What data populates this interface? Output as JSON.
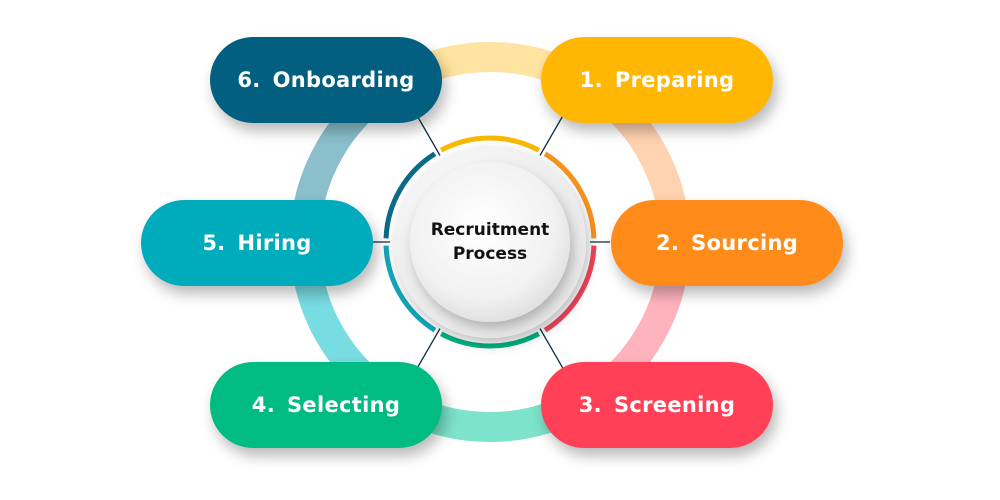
{
  "title": "Recruitment Process",
  "center": {
    "line1": "Recruitment",
    "line2": "Process"
  },
  "steps": [
    {
      "number": "1.",
      "label": "Preparing",
      "color": "#FFB703",
      "ring_color": "#FFE3A0",
      "inner_color": "#F9B800"
    },
    {
      "number": "2.",
      "label": "Sourcing",
      "color": "#FF8C1A",
      "ring_color": "#FFD2B0",
      "inner_color": "#F7941D"
    },
    {
      "number": "3.",
      "label": "Screening",
      "color": "#FF4057",
      "ring_color": "#FFB3BC",
      "inner_color": "#F24459"
    },
    {
      "number": "4.",
      "label": "Selecting",
      "color": "#00BC82",
      "ring_color": "#7DE3CB",
      "inner_color": "#00B383"
    },
    {
      "number": "5.",
      "label": "Hiring",
      "color": "#00ABBB",
      "ring_color": "#78DCE3",
      "inner_color": "#12A6B8"
    },
    {
      "number": "6.",
      "label": "Onboarding",
      "color": "#035F80",
      "ring_color": "#8ABFCB",
      "inner_color": "#0A6A88"
    }
  ],
  "connector_color": "#0D2B3E"
}
